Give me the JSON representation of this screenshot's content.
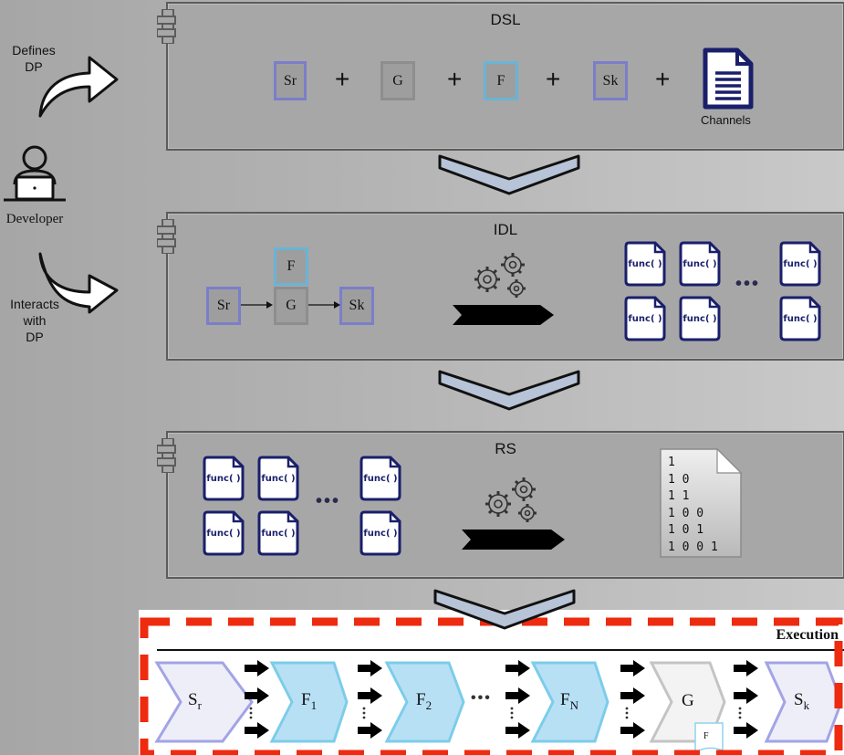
{
  "developer": {
    "defines_label_1": "Defines",
    "defines_label_2": "DP",
    "name": "Developer",
    "interacts_label_1": "Interacts",
    "interacts_label_2": "with",
    "interacts_label_3": "DP"
  },
  "dsl": {
    "title": "DSL",
    "items": [
      "Sr",
      "G",
      "F",
      "Sk"
    ],
    "plus": "+",
    "channels_label": "Channels"
  },
  "idl": {
    "title": "IDL",
    "nodes": {
      "source": "Sr",
      "filter": "F",
      "group": "G",
      "sink": "Sk"
    },
    "func_label": "func( )",
    "ellipsis": "•••"
  },
  "rs": {
    "title": "RS",
    "func_label": "func( )",
    "ellipsis": "•••",
    "binary_lines": [
      "1",
      "1 0",
      "1 1",
      "1 0 0",
      "1 0 1",
      "1 0 0 1"
    ]
  },
  "execution": {
    "title": "Execution",
    "stages": {
      "sr": "S",
      "sr_sub": "r",
      "f1": "F",
      "f1_sub": "1",
      "f2": "F",
      "f2_sub": "2",
      "fn": "F",
      "fn_sub": "N",
      "g": "G",
      "g_note": "F",
      "sk": "S",
      "sk_sub": "k"
    },
    "ellipsis": "•••"
  },
  "colors": {
    "source_border": "#7b7ec9",
    "group_border": "#8e8e8e",
    "filter_border": "#6ab4d6",
    "navy": "#1a1f6b",
    "exec_dash": "#ee2a0f"
  }
}
